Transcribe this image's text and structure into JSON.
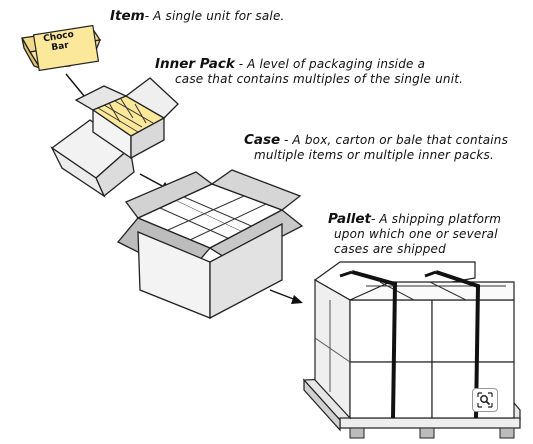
{
  "item": {
    "term": "Item",
    "sep": "-",
    "definition": "A single unit for sale."
  },
  "inner_pack": {
    "term": "Inner Pack",
    "sep": "-",
    "line1": "A level of packaging inside a",
    "line2": "case that contains multiples of the single unit."
  },
  "case": {
    "term": "Case",
    "sep": "-",
    "line1": "A box, carton or bale that contains",
    "line2": "multiple items or multiple inner packs."
  },
  "pallet": {
    "term": "Pallet",
    "sep": "-",
    "line1": "A shipping platform",
    "line2": "upon which one or several",
    "line3": "cases are shipped"
  },
  "choco_bar": {
    "line1": "Choco",
    "line2": "Bar"
  },
  "icons": {
    "zoom": "zoom-search-icon"
  }
}
